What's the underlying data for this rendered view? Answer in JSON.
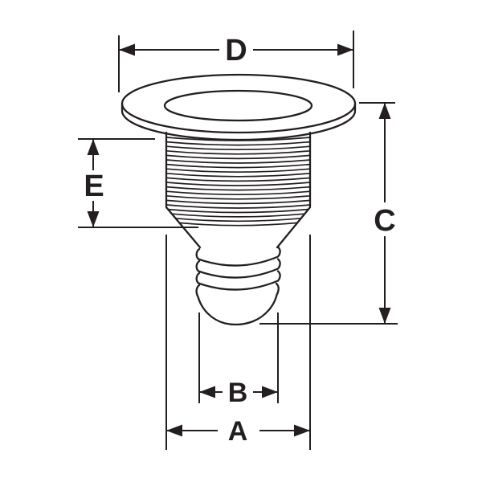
{
  "diagram": {
    "kind": "technical-dimension-drawing",
    "line_color": "#231f20",
    "background_color": "#ffffff",
    "labels": {
      "A": "A",
      "B": "B",
      "C": "C",
      "D": "D",
      "E": "E"
    }
  }
}
